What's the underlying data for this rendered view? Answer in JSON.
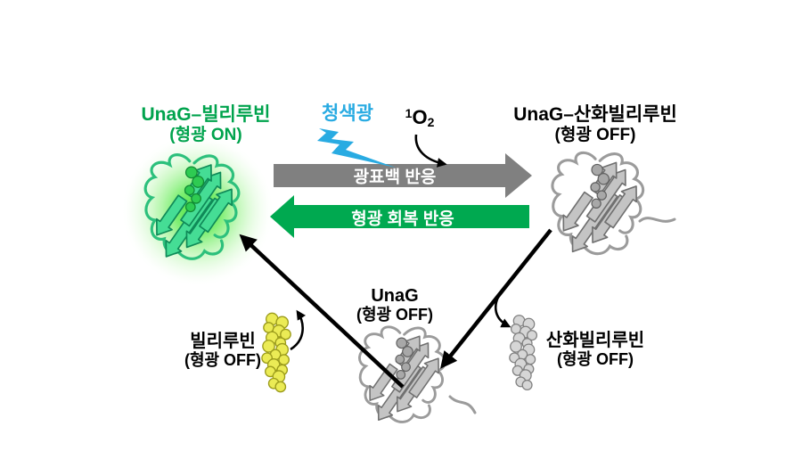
{
  "colors": {
    "accent_green": "#00a950",
    "accent_blue": "#29abe2",
    "gray_arrow": "#808080",
    "black_arrow": "#000000",
    "yellow_molecule": "#ebeb55",
    "gray_molecule": "#d6d6d6",
    "glow_green": "#3ddb2e"
  },
  "nodes": {
    "unag_bilirubin": {
      "name": "UnaG–빌리루빈",
      "state": "(형광 ON)"
    },
    "unag_oxidized_bilirubin": {
      "name": "UnaG–산화빌리루빈",
      "state": "(형광 OFF)"
    },
    "unag": {
      "name": "UnaG",
      "state": "(형광 OFF)"
    },
    "bilirubin": {
      "name": "빌리루빈",
      "state": "(형광 OFF)"
    },
    "oxidized_bilirubin": {
      "name": "산화빌리루빈",
      "state": "(형광 OFF)"
    }
  },
  "reactions": {
    "photobleach_label": "광표백 반응",
    "recovery_label": "형광 회복 반응"
  },
  "annotations": {
    "blue_light_label": "청색광",
    "singlet_oxygen": {
      "sup": "1",
      "base": "O",
      "sub": "2"
    }
  },
  "icons": {
    "lightning_bolt": "blue-lightning-bolt"
  }
}
